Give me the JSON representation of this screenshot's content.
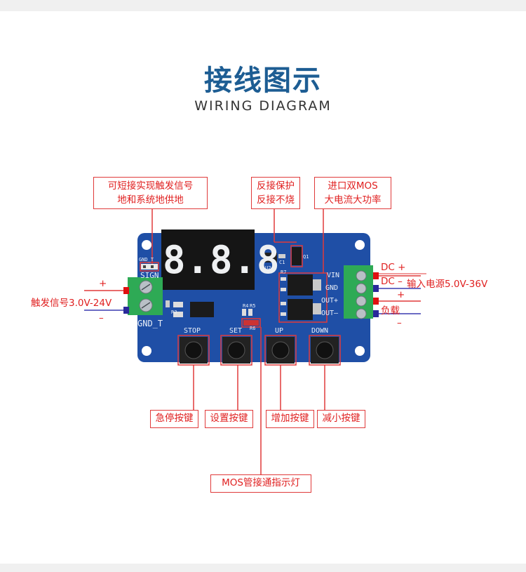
{
  "header": {
    "title": "接线图示",
    "subtitle": "WIRING DIAGRAM"
  },
  "callouts": {
    "trigger_gnd": [
      "可短接实现触发信号",
      "地和系统地供地"
    ],
    "reverse_protect": [
      "反接保护",
      "反接不烧"
    ],
    "mos": [
      "进口双MOS",
      "大电流大功率"
    ],
    "stop_key": "急停按键",
    "set_key": "设置按键",
    "up_key": "增加按键",
    "down_key": "减小按键",
    "mos_led": "MOS管接通指示灯"
  },
  "left_labels": {
    "plus": "+",
    "minus": "–",
    "trigger_signal": "触发信号3.0V-24V"
  },
  "right_labels": {
    "dc_plus": "DC +",
    "dc_minus": "DC –",
    "power_input": "输入电源5.0V-36V",
    "plus": "+",
    "load": "负载",
    "minus": "–"
  },
  "board": {
    "display": "8.8.8",
    "sign": "SIGN",
    "gnd_t": "GND_T",
    "gnd_t_small": "GND_T",
    "vin": "VIN",
    "gnd": "GND",
    "out_plus": "OUT+",
    "out_minus": "OUT–",
    "stop": "STOP",
    "set": "SET",
    "up": "UP",
    "down": "DOWN",
    "u2": "U2",
    "c1": "C1",
    "r7": "R7",
    "q1": "Q1",
    "r3": "R3",
    "r4": "R4",
    "r5": "R5",
    "r6": "R6"
  },
  "colors": {
    "board": "#1f4fa6",
    "title": "#1d5d93",
    "callout": "#e02020",
    "terminal": "#2eaa55"
  }
}
